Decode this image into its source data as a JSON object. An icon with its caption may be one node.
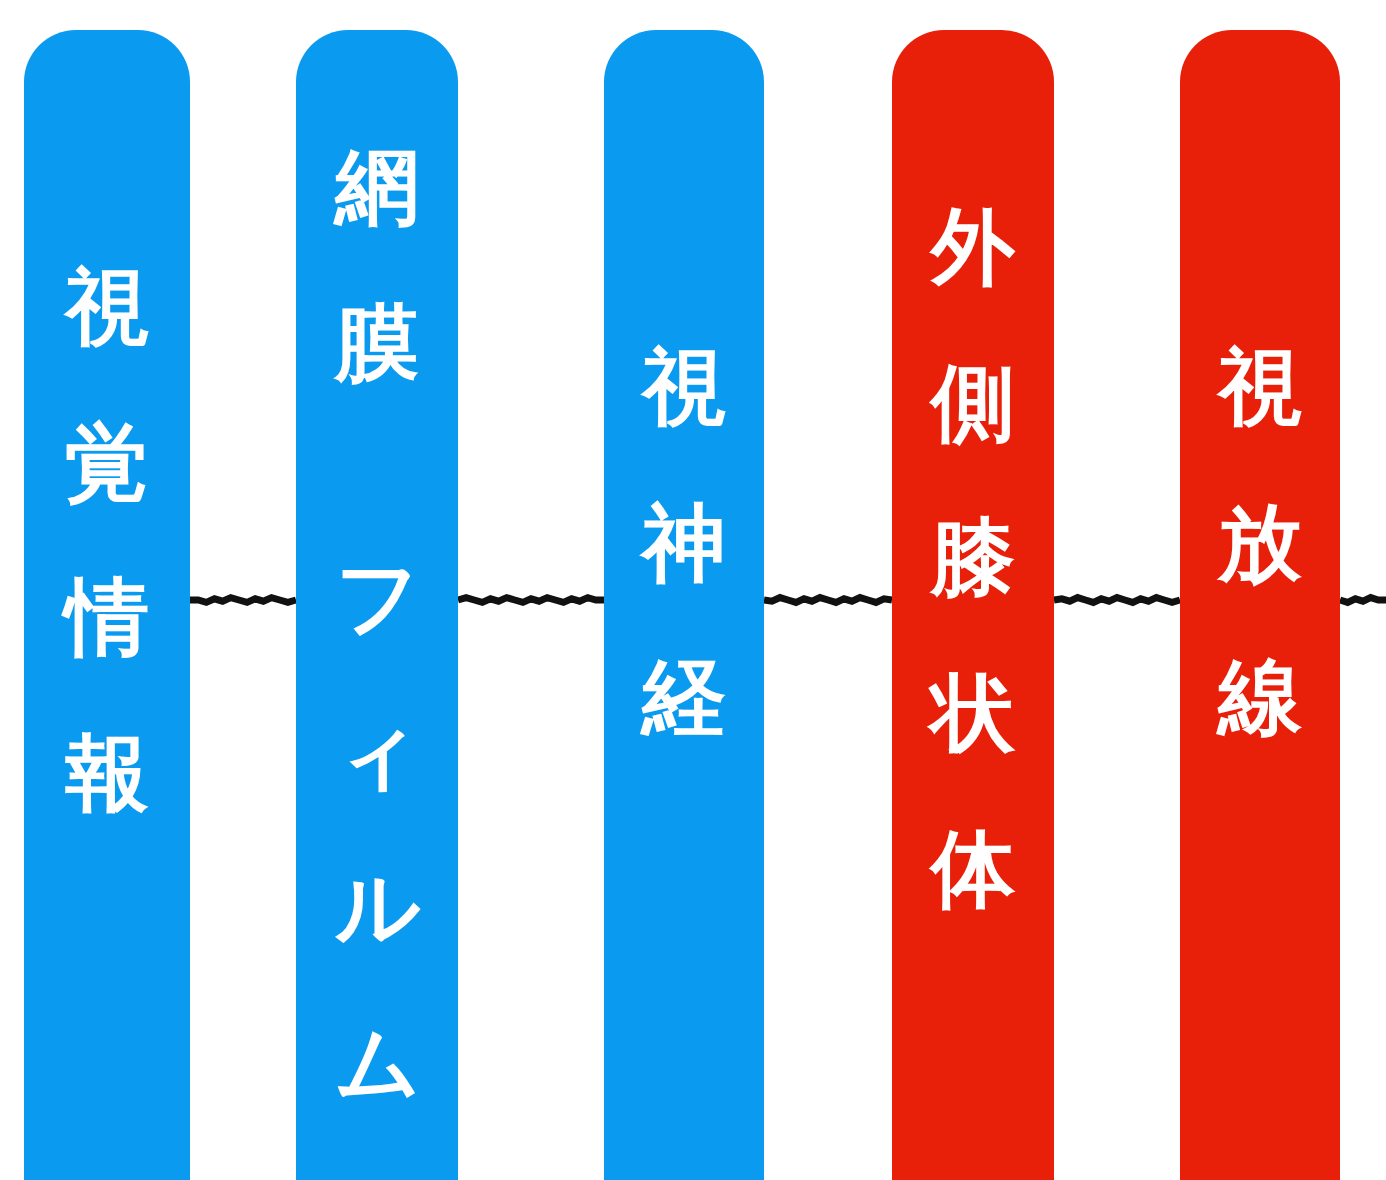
{
  "diagram": {
    "nodes": [
      {
        "text": [
          "視覚情報"
        ]
      },
      {
        "text": [
          "網膜",
          "フィルム"
        ]
      },
      {
        "text": [
          "視神経"
        ]
      },
      {
        "text": [
          "外側膝状体"
        ]
      },
      {
        "text": [
          "視放線"
        ]
      }
    ],
    "edges": [
      {
        "from": 0,
        "to": 1,
        "arrow": "none"
      },
      {
        "from": 1,
        "to": 2,
        "arrow": "none"
      },
      {
        "from": 2,
        "to": 3,
        "arrow": "none"
      },
      {
        "from": 3,
        "to": 4,
        "arrow": "none"
      },
      {
        "from": 4,
        "to": null,
        "arrow": "none"
      }
    ]
  }
}
